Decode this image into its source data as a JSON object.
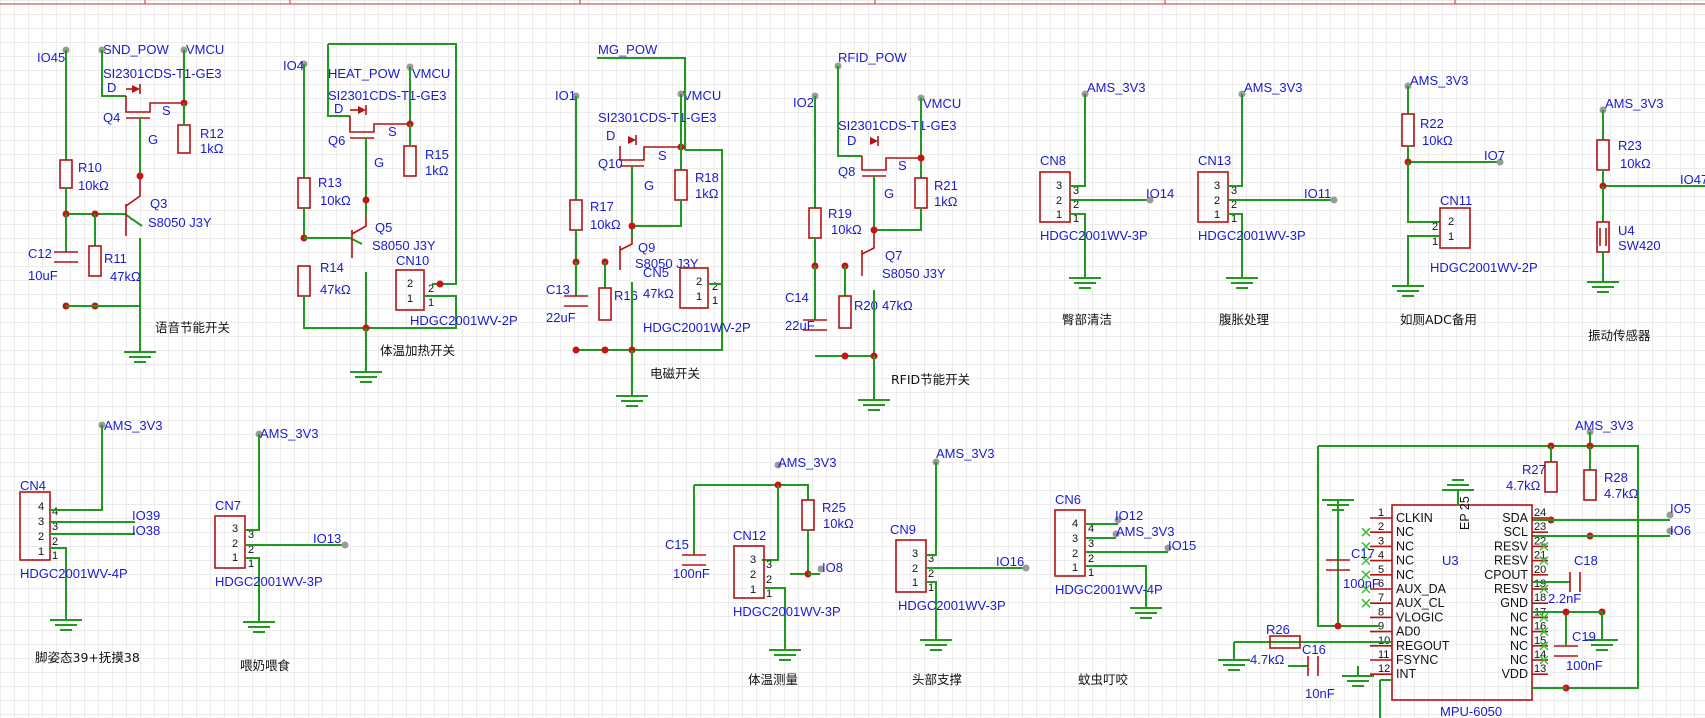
{
  "nets": {
    "vmcu": "VMCU",
    "snd_pow": "SND_POW",
    "heat_pow": "HEAT_POW",
    "mg_pow": "MG_POW",
    "rfid_pow": "RFID_POW",
    "ams3v3": "AMS_3V3",
    "io45": "IO45",
    "io4": "IO4",
    "io1": "IO1",
    "io2": "IO2",
    "io14": "IO14",
    "io11": "IO11",
    "io7": "IO7",
    "io47": "IO47",
    "io39": "IO39",
    "io38": "IO38",
    "io13": "IO13",
    "io8": "IO8",
    "io16": "IO16",
    "io12": "IO12",
    "io15": "IO15",
    "io5": "IO5",
    "io6": "IO6"
  },
  "pins": {
    "d": "D",
    "s": "S",
    "g": "G"
  },
  "parts": {
    "si2301": "SI2301CDS-T1-GE3",
    "s8050": "S8050 J3Y",
    "ohm1k": "1kΩ",
    "ohm10k": "10kΩ",
    "ohm47k": "47kΩ",
    "uf10": "10uF",
    "uf22": "22uF",
    "nf100": "100nF",
    "nf10": "10nF",
    "nf22": "2.2nF",
    "k47": "4.7kΩ",
    "hdgc2p": "HDGC2001WV-2P",
    "hdgc3p": "HDGC2001WV-3P",
    "hdgc4p": "HDGC2001WV-4P",
    "q3": "Q3",
    "q4": "Q4",
    "q5": "Q5",
    "q6": "Q6",
    "q7": "Q7",
    "q8": "Q8",
    "q9": "Q9",
    "q10": "Q10",
    "r10": "R10",
    "r11": "R11",
    "r12": "R12",
    "r13": "R13",
    "r14": "R14",
    "r15": "R15",
    "r16": "R16",
    "r17": "R17",
    "r18": "R18",
    "r19": "R19",
    "r20": "R20",
    "r21": "R21",
    "r22": "R22",
    "r23": "R23",
    "r25": "R25",
    "r26": "R26",
    "r27": "R27",
    "r28": "R28",
    "c12": "C12",
    "c13": "C13",
    "c14": "C14",
    "c15": "C15",
    "c16": "C16",
    "c17": "C17",
    "c18": "C18",
    "c19": "C19",
    "cn4": "CN4",
    "cn5": "CN5",
    "cn6": "CN6",
    "cn7": "CN7",
    "cn8": "CN8",
    "cn9": "CN9",
    "cn10": "CN10",
    "cn11": "CN11",
    "cn12": "CN12",
    "cn13": "CN13",
    "u4": "U4",
    "sw420": "SW420"
  },
  "captions": {
    "voice": "语音节能开关",
    "heat": "体温加热开关",
    "em": "电磁开关",
    "rfid": "RFID节能开关",
    "hip": "臀部清洁",
    "bloat": "腹胀处理",
    "adc": "如厕ADC备用",
    "vibration": "振动传感器",
    "posture": "脚姿态39+抚摸38",
    "feeding": "喂奶喂食",
    "temp": "体温测量",
    "head": "头部支撑",
    "mosquito": "蚊虫叮咬"
  },
  "mpu": {
    "ref": "U3",
    "name": "MPU-6050",
    "ep": "EP 25",
    "left_pins": [
      {
        "num": "1",
        "name": "CLKIN",
        "nc": false
      },
      {
        "num": "2",
        "name": "NC",
        "nc": true
      },
      {
        "num": "3",
        "name": "NC",
        "nc": true
      },
      {
        "num": "4",
        "name": "NC",
        "nc": true
      },
      {
        "num": "5",
        "name": "NC",
        "nc": true
      },
      {
        "num": "6",
        "name": "AUX_DA",
        "nc": true
      },
      {
        "num": "7",
        "name": "AUX_CL",
        "nc": true
      },
      {
        "num": "8",
        "name": "VLOGIC",
        "nc": false
      },
      {
        "num": "9",
        "name": "AD0",
        "nc": false
      },
      {
        "num": "10",
        "name": "REGOUT",
        "nc": false
      },
      {
        "num": "11",
        "name": "FSYNC",
        "nc": false
      },
      {
        "num": "12",
        "name": "INT",
        "nc": false
      }
    ],
    "right_pins": [
      {
        "num": "24",
        "name": "SDA",
        "nc": false
      },
      {
        "num": "23",
        "name": "SCL",
        "nc": false
      },
      {
        "num": "22",
        "name": "RESV",
        "nc": true
      },
      {
        "num": "21",
        "name": "RESV",
        "nc": true
      },
      {
        "num": "20",
        "name": "CPOUT",
        "nc": false
      },
      {
        "num": "19",
        "name": "RESV",
        "nc": true
      },
      {
        "num": "18",
        "name": "GND",
        "nc": false
      },
      {
        "num": "17",
        "name": "NC",
        "nc": true
      },
      {
        "num": "16",
        "name": "NC",
        "nc": true
      },
      {
        "num": "15",
        "name": "NC",
        "nc": true
      },
      {
        "num": "14",
        "name": "NC",
        "nc": true
      },
      {
        "num": "13",
        "name": "VDD",
        "nc": false
      }
    ]
  }
}
